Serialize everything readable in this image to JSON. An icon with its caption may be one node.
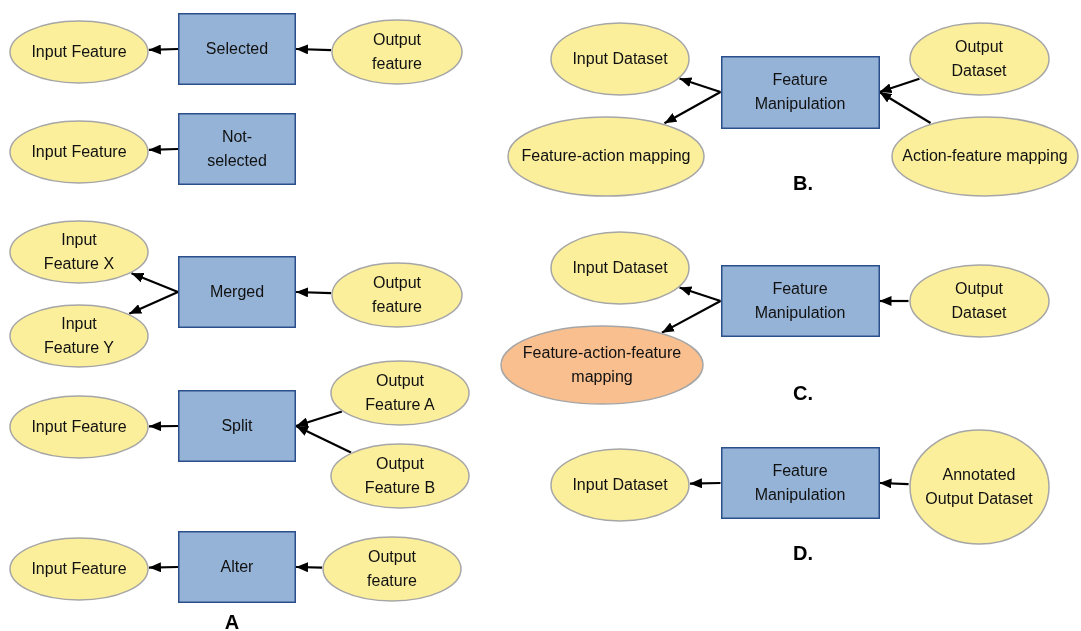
{
  "diagram": {
    "nodes": [
      {
        "text": [
          "Input Feature"
        ]
      },
      {
        "text": [
          "Selected"
        ]
      },
      {
        "text": [
          "Output feature"
        ]
      },
      {
        "text": [
          "Input Feature"
        ]
      },
      {
        "text": [
          "Not-selected"
        ]
      },
      {
        "text": [
          "Input Feature X"
        ]
      },
      {
        "text": [
          "Merged"
        ]
      },
      {
        "text": [
          "Output feature"
        ]
      },
      {
        "text": [
          "Input Feature Y"
        ]
      },
      {
        "text": [
          "Output Feature A"
        ]
      },
      {
        "text": [
          "Input Feature"
        ]
      },
      {
        "text": [
          "Split"
        ]
      },
      {
        "text": [
          "Output Feature B"
        ]
      },
      {
        "text": [
          "Input Feature"
        ]
      },
      {
        "text": [
          "Alter"
        ]
      },
      {
        "text": [
          "Output feature"
        ]
      },
      {
        "text": [
          "Input Dataset"
        ]
      },
      {
        "text": [
          "Feature Manipulation"
        ]
      },
      {
        "text": [
          "Output Dataset"
        ]
      },
      {
        "text": [
          "Feature-action mapping"
        ]
      },
      {
        "text": [
          "Action-feature mapping"
        ]
      },
      {
        "text": [
          "Input Dataset"
        ]
      },
      {
        "text": [
          "Feature Manipulation"
        ]
      },
      {
        "text": [
          "Output Dataset"
        ]
      },
      {
        "text": [
          "Feature-action-feature mapping"
        ]
      },
      {
        "text": [
          "Input Dataset"
        ]
      },
      {
        "text": [
          "Feature Manipulation"
        ]
      },
      {
        "text": [
          "Annotated Output Dataset"
        ]
      }
    ],
    "edges": [
      {
        "from": 1,
        "to": 0,
        "arrow": "to"
      },
      {
        "from": 2,
        "to": 1,
        "arrow": "to"
      },
      {
        "from": 4,
        "to": 3,
        "arrow": "to"
      },
      {
        "from": 6,
        "to": 5,
        "arrow": "to"
      },
      {
        "from": 6,
        "to": 8,
        "arrow": "to"
      },
      {
        "from": 7,
        "to": 6,
        "arrow": "to"
      },
      {
        "from": 11,
        "to": 10,
        "arrow": "to"
      },
      {
        "from": 9,
        "to": 11,
        "arrow": "to"
      },
      {
        "from": 12,
        "to": 11,
        "arrow": "to"
      },
      {
        "from": 14,
        "to": 13,
        "arrow": "to"
      },
      {
        "from": 15,
        "to": 14,
        "arrow": "to"
      },
      {
        "from": 17,
        "to": 16,
        "arrow": "to"
      },
      {
        "from": 17,
        "to": 19,
        "arrow": "to"
      },
      {
        "from": 18,
        "to": 17,
        "arrow": "to"
      },
      {
        "from": 20,
        "to": 17,
        "arrow": "to"
      },
      {
        "from": 22,
        "to": 21,
        "arrow": "to"
      },
      {
        "from": 22,
        "to": 24,
        "arrow": "to"
      },
      {
        "from": 23,
        "to": 22,
        "arrow": "to"
      },
      {
        "from": 26,
        "to": 25,
        "arrow": "to"
      },
      {
        "from": 27,
        "to": 26,
        "arrow": "to"
      }
    ],
    "labels": [
      "B.",
      "C.",
      "D.",
      "A"
    ]
  }
}
